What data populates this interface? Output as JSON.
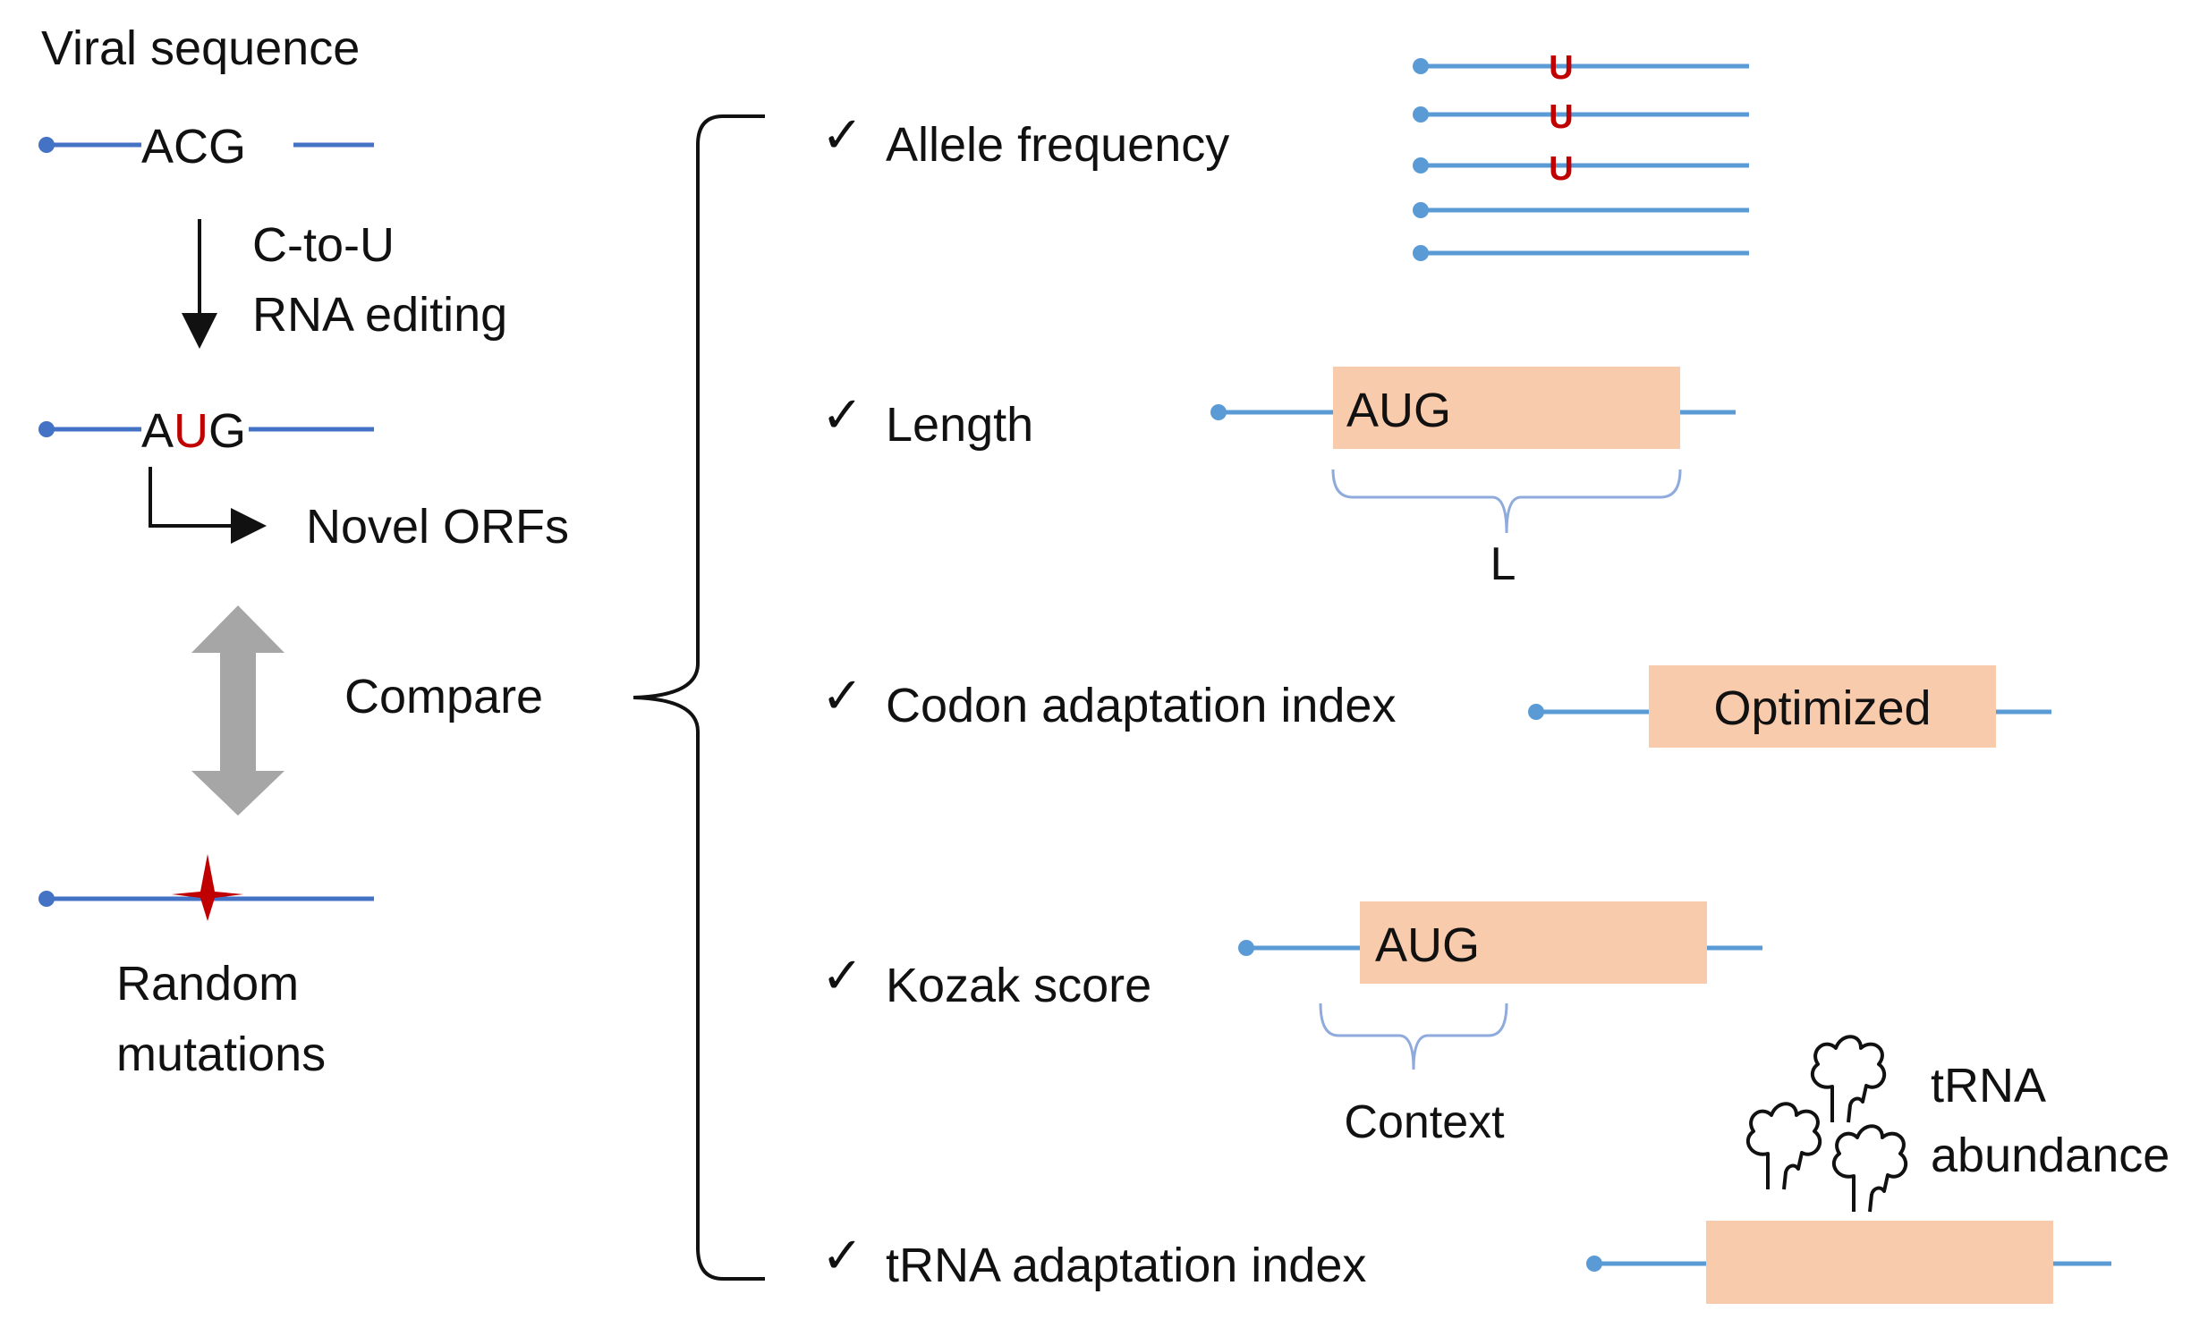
{
  "left": {
    "viral_sequence": "Viral sequence",
    "codon_before": "ACG",
    "edit_line1": "C-to-U",
    "edit_line2": "RNA editing",
    "codon_after_a": "A",
    "codon_after_u": "U",
    "codon_after_g": "G",
    "novel_orfs": "Novel ORFs",
    "compare": "Compare",
    "random_line1": "Random",
    "random_line2": "mutations"
  },
  "features": {
    "allele_frequency": "Allele frequency",
    "length": "Length",
    "codon_adaptation_index": "Codon adaptation index",
    "kozak_score": "Kozak score",
    "trna_adaptation_index": "tRNA adaptation index",
    "check": "✓"
  },
  "illustrations": {
    "u_mark": "U",
    "length_box": "AUG",
    "length_brace_label": "L",
    "optimized_box": "Optimized",
    "kozak_box": "AUG",
    "context_label": "Context",
    "trna_line1": "tRNA",
    "trna_line2": "abundance"
  },
  "colors": {
    "line_blue": "#5b9bd5",
    "dot_blue": "#4472c4",
    "edit_red": "#c00000",
    "box_peach": "#f8cbad",
    "arrow_gray": "#a6a6a6"
  }
}
